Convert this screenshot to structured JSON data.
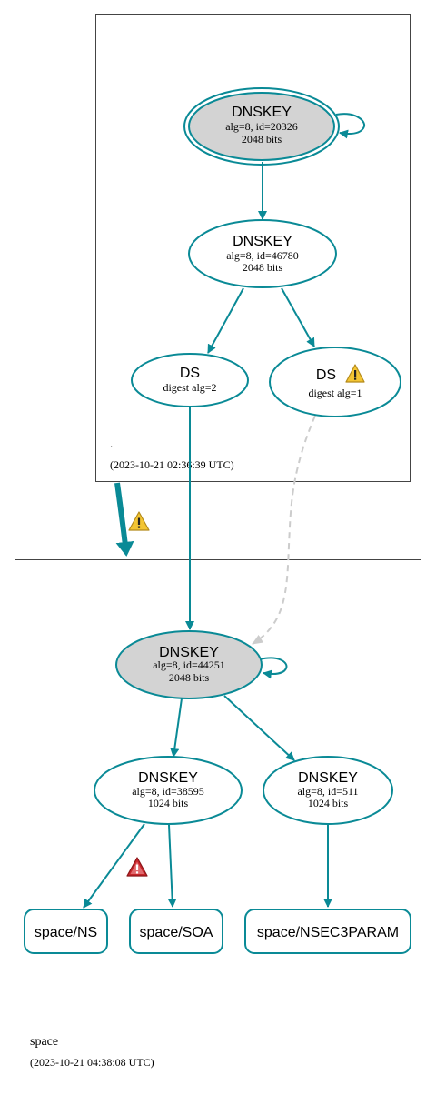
{
  "colors": {
    "edge": "#0a8a96",
    "grey_fill": "#d3d3d3",
    "dashed": "#cccccc",
    "warn_yellow": "#f3c533",
    "warn_red": "#c8262b"
  },
  "zones": {
    "root": {
      "name": ".",
      "timestamp": "(2023-10-21 02:36:39 UTC)"
    },
    "space": {
      "name": "space",
      "timestamp": "(2023-10-21 04:38:08 UTC)"
    }
  },
  "nodes": {
    "root_ksk": {
      "title": "DNSKEY",
      "line1": "alg=8, id=20326",
      "line2": "2048 bits"
    },
    "root_zsk": {
      "title": "DNSKEY",
      "line1": "alg=8, id=46780",
      "line2": "2048 bits"
    },
    "ds_2": {
      "title": "DS",
      "line1": "digest alg=2"
    },
    "ds_1": {
      "title": "DS",
      "line1": "digest alg=1"
    },
    "space_ksk": {
      "title": "DNSKEY",
      "line1": "alg=8, id=44251",
      "line2": "2048 bits"
    },
    "space_zsk_1": {
      "title": "DNSKEY",
      "line1": "alg=8, id=38595",
      "line2": "1024 bits"
    },
    "space_zsk_2": {
      "title": "DNSKEY",
      "line1": "alg=8, id=511",
      "line2": "1024 bits"
    },
    "rr_ns": {
      "label": "space/NS"
    },
    "rr_soa": {
      "label": "space/SOA"
    },
    "rr_nsec3param": {
      "label": "space/NSEC3PARAM"
    }
  },
  "icons": {
    "warning": "warning-icon",
    "error": "error-icon"
  }
}
